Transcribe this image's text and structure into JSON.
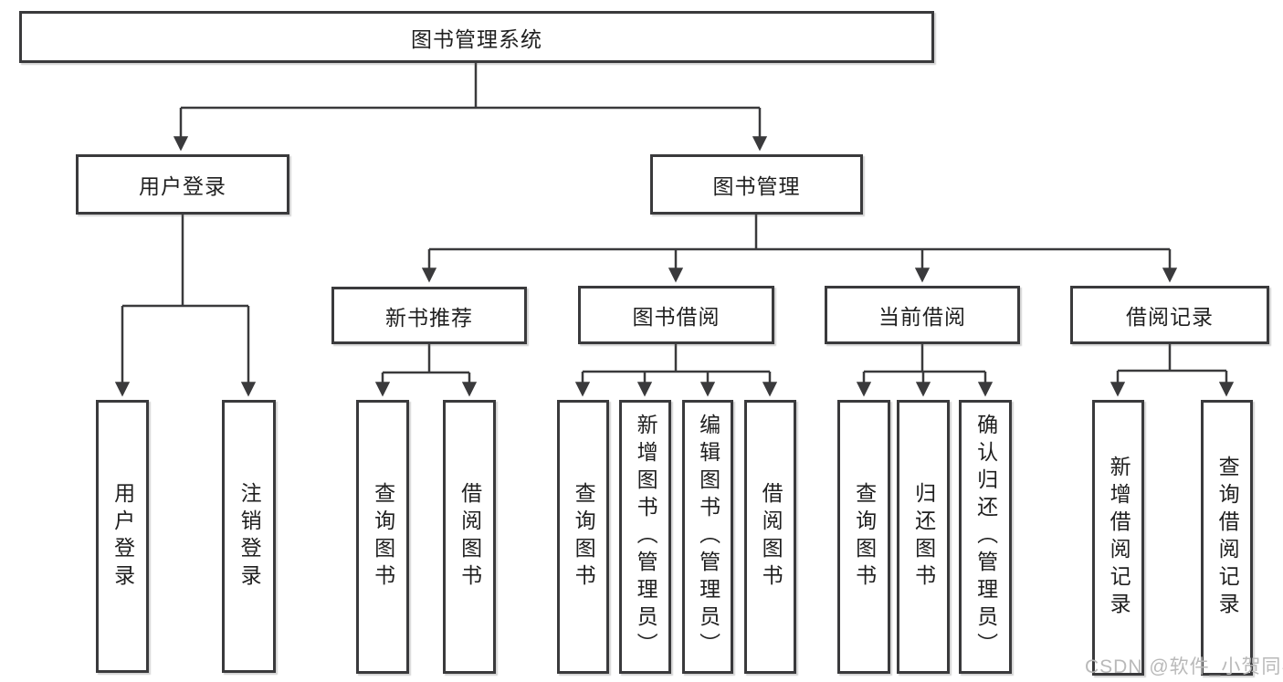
{
  "diagram_title": "图书管理系统",
  "tree": {
    "root": {
      "label": "图书管理系统"
    },
    "branches": [
      {
        "label": "用户登录",
        "children": [
          {
            "label": "用户登录"
          },
          {
            "label": "注销登录"
          }
        ]
      },
      {
        "label": "图书管理",
        "children": [
          {
            "label": "新书推荐",
            "children": [
              {
                "label": "查询图书"
              },
              {
                "label": "借阅图书"
              }
            ]
          },
          {
            "label": "图书借阅",
            "children": [
              {
                "label": "查询图书"
              },
              {
                "label": "新增图书（管理员）"
              },
              {
                "label": "编辑图书（管理员）"
              },
              {
                "label": "借阅图书"
              }
            ]
          },
          {
            "label": "当前借阅",
            "children": [
              {
                "label": "查询图书"
              },
              {
                "label": "归还图书"
              },
              {
                "label": "确认归还（管理员）"
              }
            ]
          },
          {
            "label": "借阅记录",
            "children": [
              {
                "label": "新增借阅记录"
              },
              {
                "label": "查询借阅记录"
              }
            ]
          }
        ]
      }
    ]
  },
  "watermark": "CSDN @软件_小贺同学",
  "colors": {
    "line": "#3a3a3c",
    "text": "#1f1f1f",
    "watermark": "#b9b9b9",
    "background": "#ffffff"
  }
}
